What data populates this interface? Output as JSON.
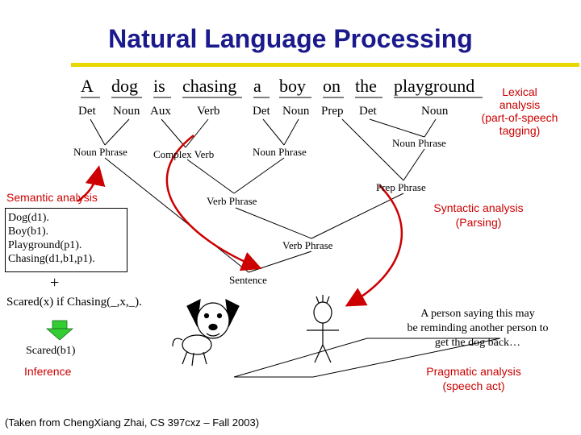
{
  "title": "Natural Language Processing",
  "sentence_words": [
    "A",
    "dog",
    "is",
    "chasing",
    "a",
    "boy",
    "on",
    "the",
    "playground"
  ],
  "pos_tags": [
    "Det",
    "Noun",
    "Aux",
    "Verb",
    "Det",
    "Noun",
    "Prep",
    "Det",
    "Noun"
  ],
  "phrases": {
    "noun_phrase_1": "Noun Phrase",
    "complex_verb": "Complex Verb",
    "noun_phrase_2": "Noun Phrase",
    "noun_phrase_3": "Noun Phrase",
    "prep_phrase": "Prep Phrase",
    "verb_phrase_1": "Verb Phrase",
    "verb_phrase_2": "Verb Phrase",
    "sentence": "Sentence"
  },
  "lexical_label": [
    "Lexical",
    "analysis",
    "(part-of-speech",
    "tagging)"
  ],
  "syntactic_label": [
    "Syntactic analysis",
    "(Parsing)"
  ],
  "semantic_label": "Semantic analysis",
  "logic_facts": [
    "Dog(d1).",
    "Boy(b1).",
    "Playground(p1).",
    "Chasing(d1,b1,p1)."
  ],
  "plus_sign": "+",
  "rule": "Scared(x) if Chasing(_,x,_).",
  "inference_result": "Scared(b1)",
  "inference_label": "Inference",
  "speech_act_text": [
    "A person saying this may",
    "be reminding another person to",
    "get the dog back…"
  ],
  "pragmatic_label": [
    "Pragmatic analysis",
    "(speech act)"
  ],
  "citation": "(Taken from ChengXiang Zhai, CS 397cxz – Fall 2003)",
  "colors": {
    "title": "#1a1a8c",
    "title_rule": "#e8d800",
    "label_red": "#cc0000",
    "arrow_green": "#33cc33"
  }
}
